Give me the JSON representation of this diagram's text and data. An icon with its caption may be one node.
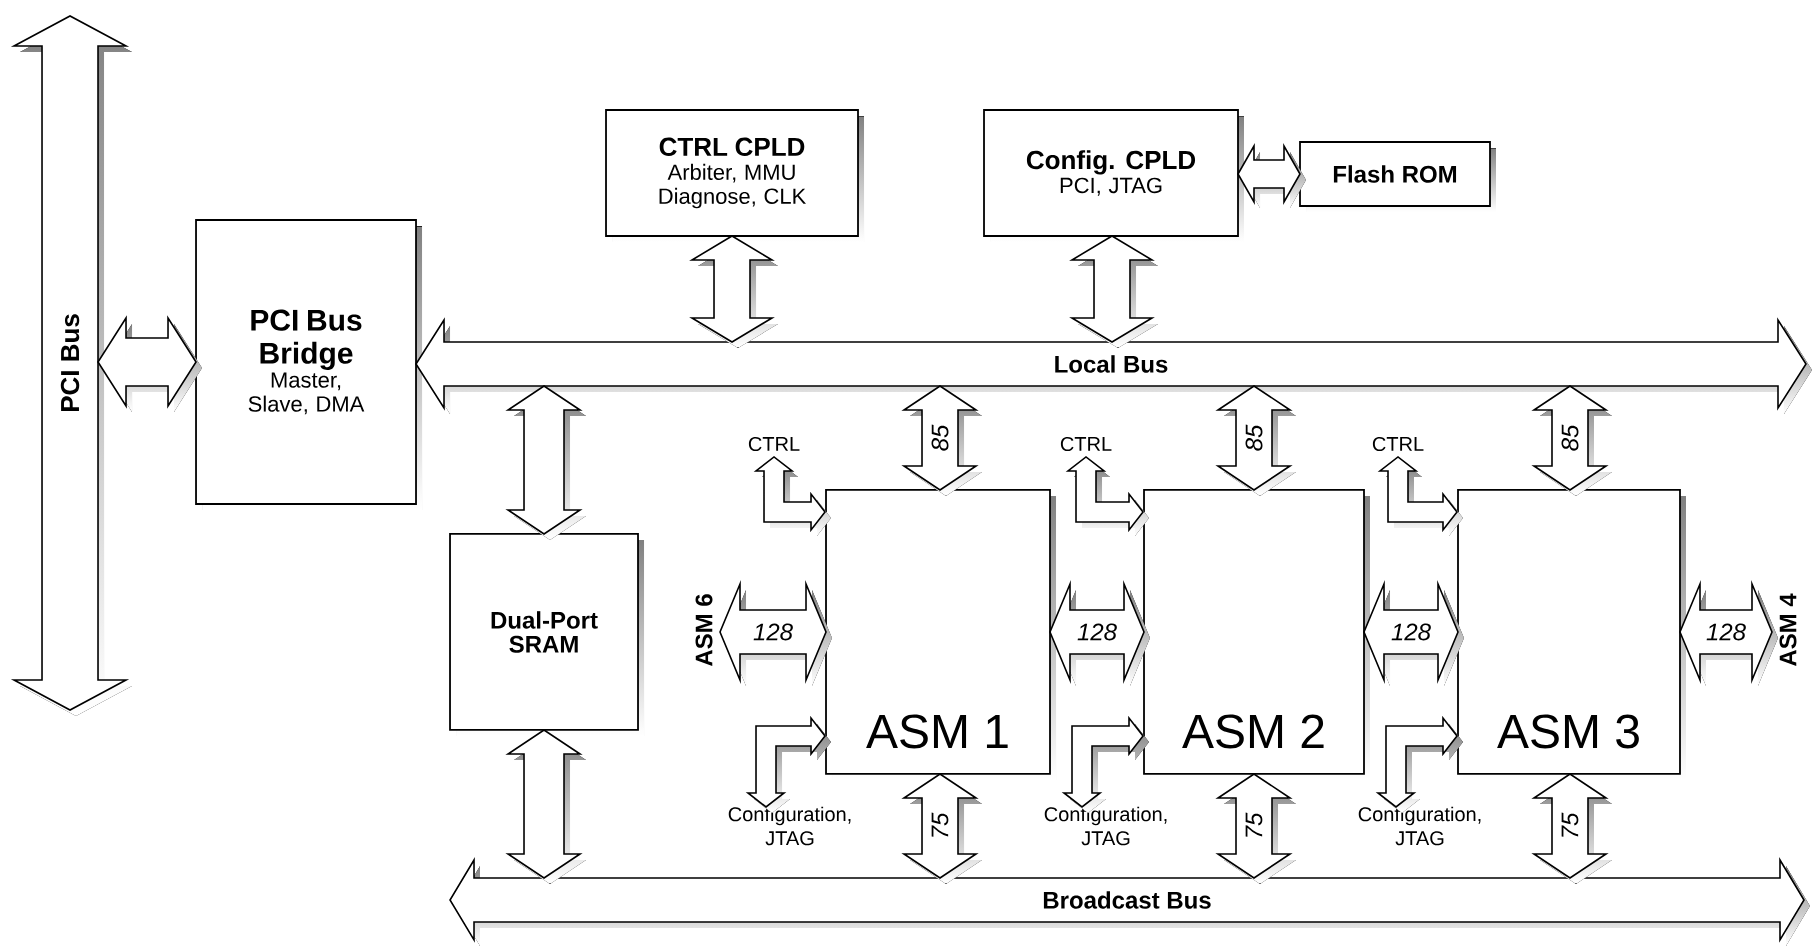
{
  "diagram": {
    "nodes": [
      {
        "text": [
          "PCI Bus"
        ]
      },
      {
        "text": [
          "PCI Bus Bridge",
          "Master, Slave, DMA"
        ]
      },
      {
        "text": [
          "CTRL CPLD",
          "Arbiter, MMU Diagnose, CLK"
        ]
      },
      {
        "text": [
          "Config. CPLD",
          "PCI, JTAG"
        ]
      },
      {
        "text": [
          "Flash ROM"
        ]
      },
      {
        "text": [
          "Local Bus"
        ]
      },
      {
        "text": [
          "Dual-Port SRAM"
        ]
      },
      {
        "text": [
          "ASM 6"
        ]
      },
      {
        "text": [
          "ASM 1"
        ]
      },
      {
        "text": [
          "ASM 2"
        ]
      },
      {
        "text": [
          "ASM 3"
        ]
      },
      {
        "text": [
          "ASM 4"
        ]
      },
      {
        "text": [
          "CTRL"
        ]
      },
      {
        "text": [
          "CTRL"
        ]
      },
      {
        "text": [
          "CTRL"
        ]
      },
      {
        "text": [
          "Configuration, JTAG"
        ]
      },
      {
        "text": [
          "Configuration, JTAG"
        ]
      },
      {
        "text": [
          "Configuration, JTAG"
        ]
      },
      {
        "text": [
          "Broadcast Bus"
        ]
      }
    ],
    "edges": [
      {
        "from": 0,
        "to": 1,
        "arrow": "both"
      },
      {
        "from": 2,
        "to": 5,
        "arrow": "both"
      },
      {
        "from": 3,
        "to": 5,
        "arrow": "both"
      },
      {
        "from": 3,
        "to": 4,
        "arrow": "both"
      },
      {
        "from": 5,
        "to": 6,
        "arrow": "both"
      },
      {
        "from": 6,
        "to": 18,
        "arrow": "both"
      },
      {
        "from": 5,
        "to": 8,
        "arrow": "both",
        "label": "85"
      },
      {
        "from": 5,
        "to": 9,
        "arrow": "both",
        "label": "85"
      },
      {
        "from": 5,
        "to": 10,
        "arrow": "both",
        "label": "85"
      },
      {
        "from": 8,
        "to": 18,
        "arrow": "both",
        "label": "75"
      },
      {
        "from": 9,
        "to": 18,
        "arrow": "both",
        "label": "75"
      },
      {
        "from": 10,
        "to": 18,
        "arrow": "both",
        "label": "75"
      },
      {
        "from": 7,
        "to": 8,
        "arrow": "both",
        "label": "128"
      },
      {
        "from": 8,
        "to": 9,
        "arrow": "both",
        "label": "128"
      },
      {
        "from": 9,
        "to": 10,
        "arrow": "both",
        "label": "128"
      },
      {
        "from": 10,
        "to": 11,
        "arrow": "both",
        "label": "128"
      },
      {
        "from": 12,
        "to": 8,
        "arrow": "both"
      },
      {
        "from": 13,
        "to": 9,
        "arrow": "both"
      },
      {
        "from": 14,
        "to": 10,
        "arrow": "both"
      },
      {
        "from": 8,
        "to": 15,
        "arrow": "both"
      },
      {
        "from": 9,
        "to": 16,
        "arrow": "both"
      },
      {
        "from": 10,
        "to": 17,
        "arrow": "both"
      }
    ]
  }
}
